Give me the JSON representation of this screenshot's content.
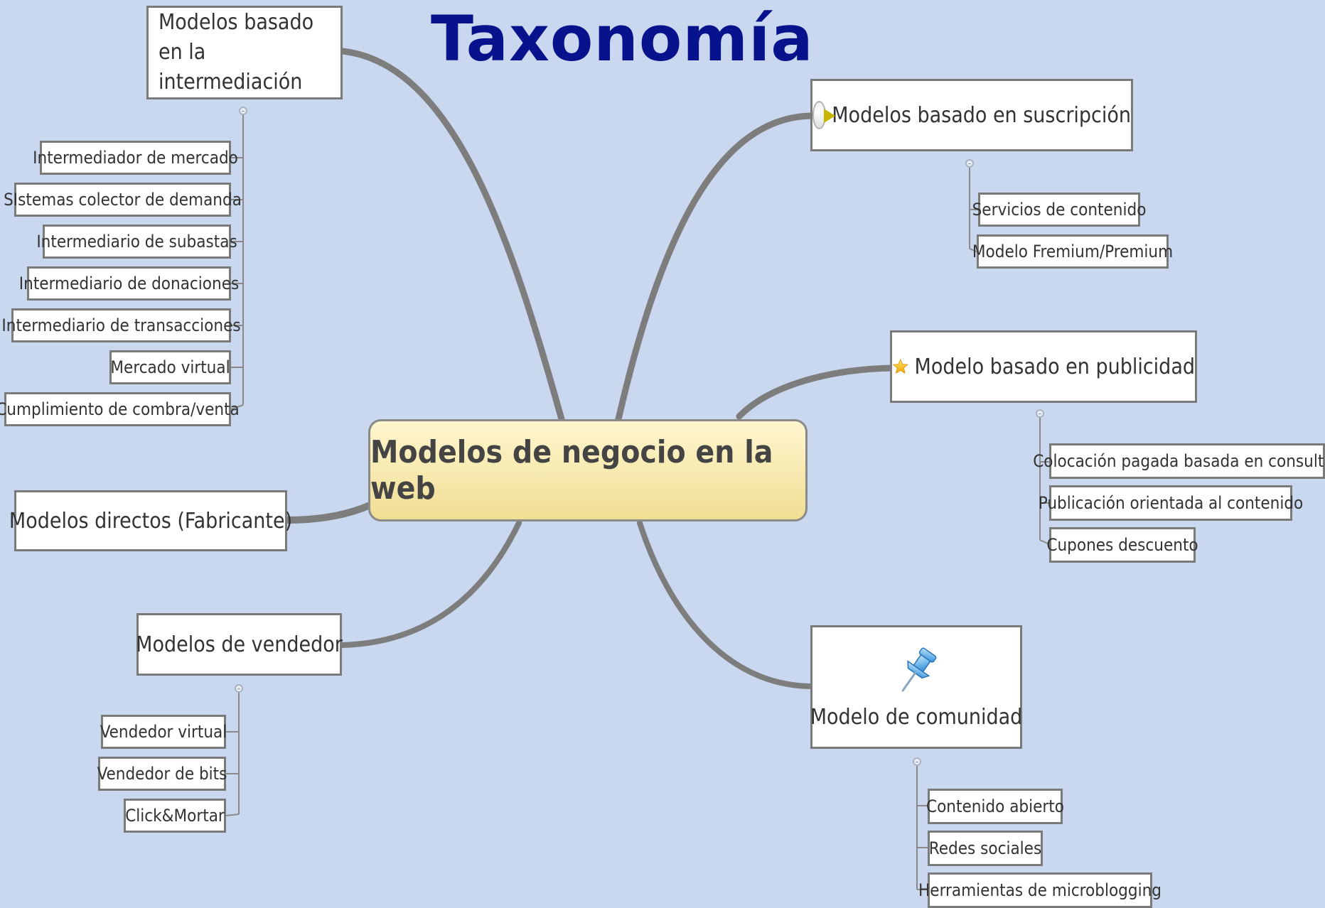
{
  "title": "Taxonomía",
  "central": "Modelos de negocio en la web",
  "branches": {
    "intermediacion": {
      "label_line1": "Modelos basado",
      "label_line2": "en la intermediación",
      "children": [
        "Intermediador de mercado",
        "SIstemas colector de demanda",
        "Intermediario de subastas",
        "Intermediario de donaciones",
        "Intermediario de transacciones",
        "Mercado virtual",
        "Cumplimiento de combra/venta"
      ]
    },
    "directos": {
      "label": "Modelos directos (Fabricante)"
    },
    "vendedor": {
      "label": "Modelos de vendedor",
      "children": [
        "Vendedor virtual",
        "Vendedor de bits",
        "Click&Mortar"
      ]
    },
    "suscripcion": {
      "label": "Modelos basado en suscripción",
      "icon": "play-icon",
      "children": [
        "Servicios de contenido",
        "Modelo Fremium/Premium"
      ]
    },
    "publicidad": {
      "label": "Modelo basado en publicidad",
      "icon": "star-icon",
      "children": [
        "Colocación pagada basada en consultas",
        "Publicación orientada al contenido",
        "Cupones descuento"
      ]
    },
    "comunidad": {
      "label": "Modelo de comunidad",
      "icon": "pushpin-icon",
      "children": [
        "Contenido abierto",
        "Redes sociales",
        "Herramientas de microblogging"
      ]
    }
  },
  "colors": {
    "background": "#c9d8ee",
    "title": "#07128c",
    "connector": "#7d7d7d",
    "central_fill_top": "#fff6cf",
    "central_fill_bottom": "#f0de93"
  }
}
